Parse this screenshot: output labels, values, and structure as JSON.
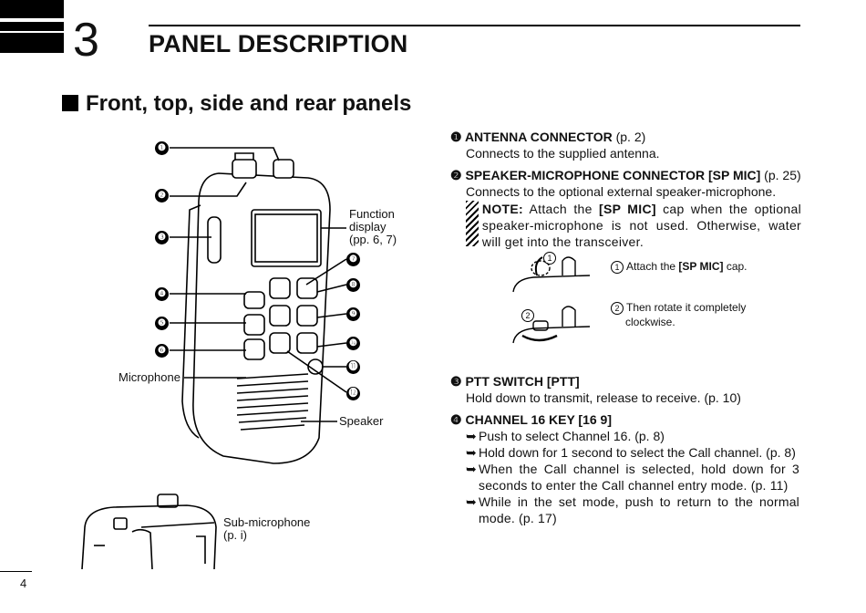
{
  "chapter": {
    "number": "3",
    "title": "PANEL DESCRIPTION"
  },
  "section": {
    "title": "Front, top, side and rear panels"
  },
  "callouts": [
    "❶",
    "❷",
    "❸",
    "❹",
    "❺",
    "❻",
    "❼",
    "❽",
    "❾",
    "❿",
    "⓫",
    "⓬"
  ],
  "diagram_labels": {
    "function_display_1": "Function",
    "function_display_2": "display",
    "function_display_3": "(pp. 6, 7)",
    "microphone": "Microphone",
    "speaker": "Speaker",
    "sub_microphone_1": "Sub-microphone",
    "sub_microphone_2": "(p. i)"
  },
  "items": {
    "item1": {
      "marker": "❶",
      "title": "ANTENNA CONNECTOR",
      "ref": " (p. 2)",
      "body": "Connects to the supplied antenna."
    },
    "item2": {
      "marker": "❷",
      "title": "SPEAKER-MICROPHONE CONNECTOR [SP MIC]",
      "ref": " (p. 25)",
      "body": "Connects to the optional external speaker-microphone.",
      "note_label": "NOTE:",
      "note_text_a": " Attach the ",
      "note_key": "[SP MIC]",
      "note_text_b": " cap when the optional speaker-microphone is not used. Otherwise, water will get into the transceiver.",
      "step1_num": "1",
      "step1_text_a": "Attach the ",
      "step1_key": "[SP MIC]",
      "step1_text_b": " cap.",
      "step2_num": "2",
      "step2_text_a": "Then rotate it completely",
      "step2_text_b": "clockwise.",
      "fig_num1": "1",
      "fig_num2": "2"
    },
    "item3": {
      "marker": "❸",
      "title": "PTT SWITCH [PTT]",
      "body": "Hold down to transmit, release to receive. (p. 10)"
    },
    "item4": {
      "marker": "❹",
      "title": "CHANNEL 16 KEY [16 9]",
      "bullets": [
        "Push to select Channel 16. (p. 8)",
        "Hold down for 1 second to select the Call channel. (p. 8)",
        "When the Call channel is selected, hold down for 3 seconds to enter the Call channel entry mode. (p. 11)",
        "While in the set mode, push to return to the normal mode. (p. 17)"
      ],
      "bullet_glyph": "➥"
    }
  },
  "page_number": "4"
}
